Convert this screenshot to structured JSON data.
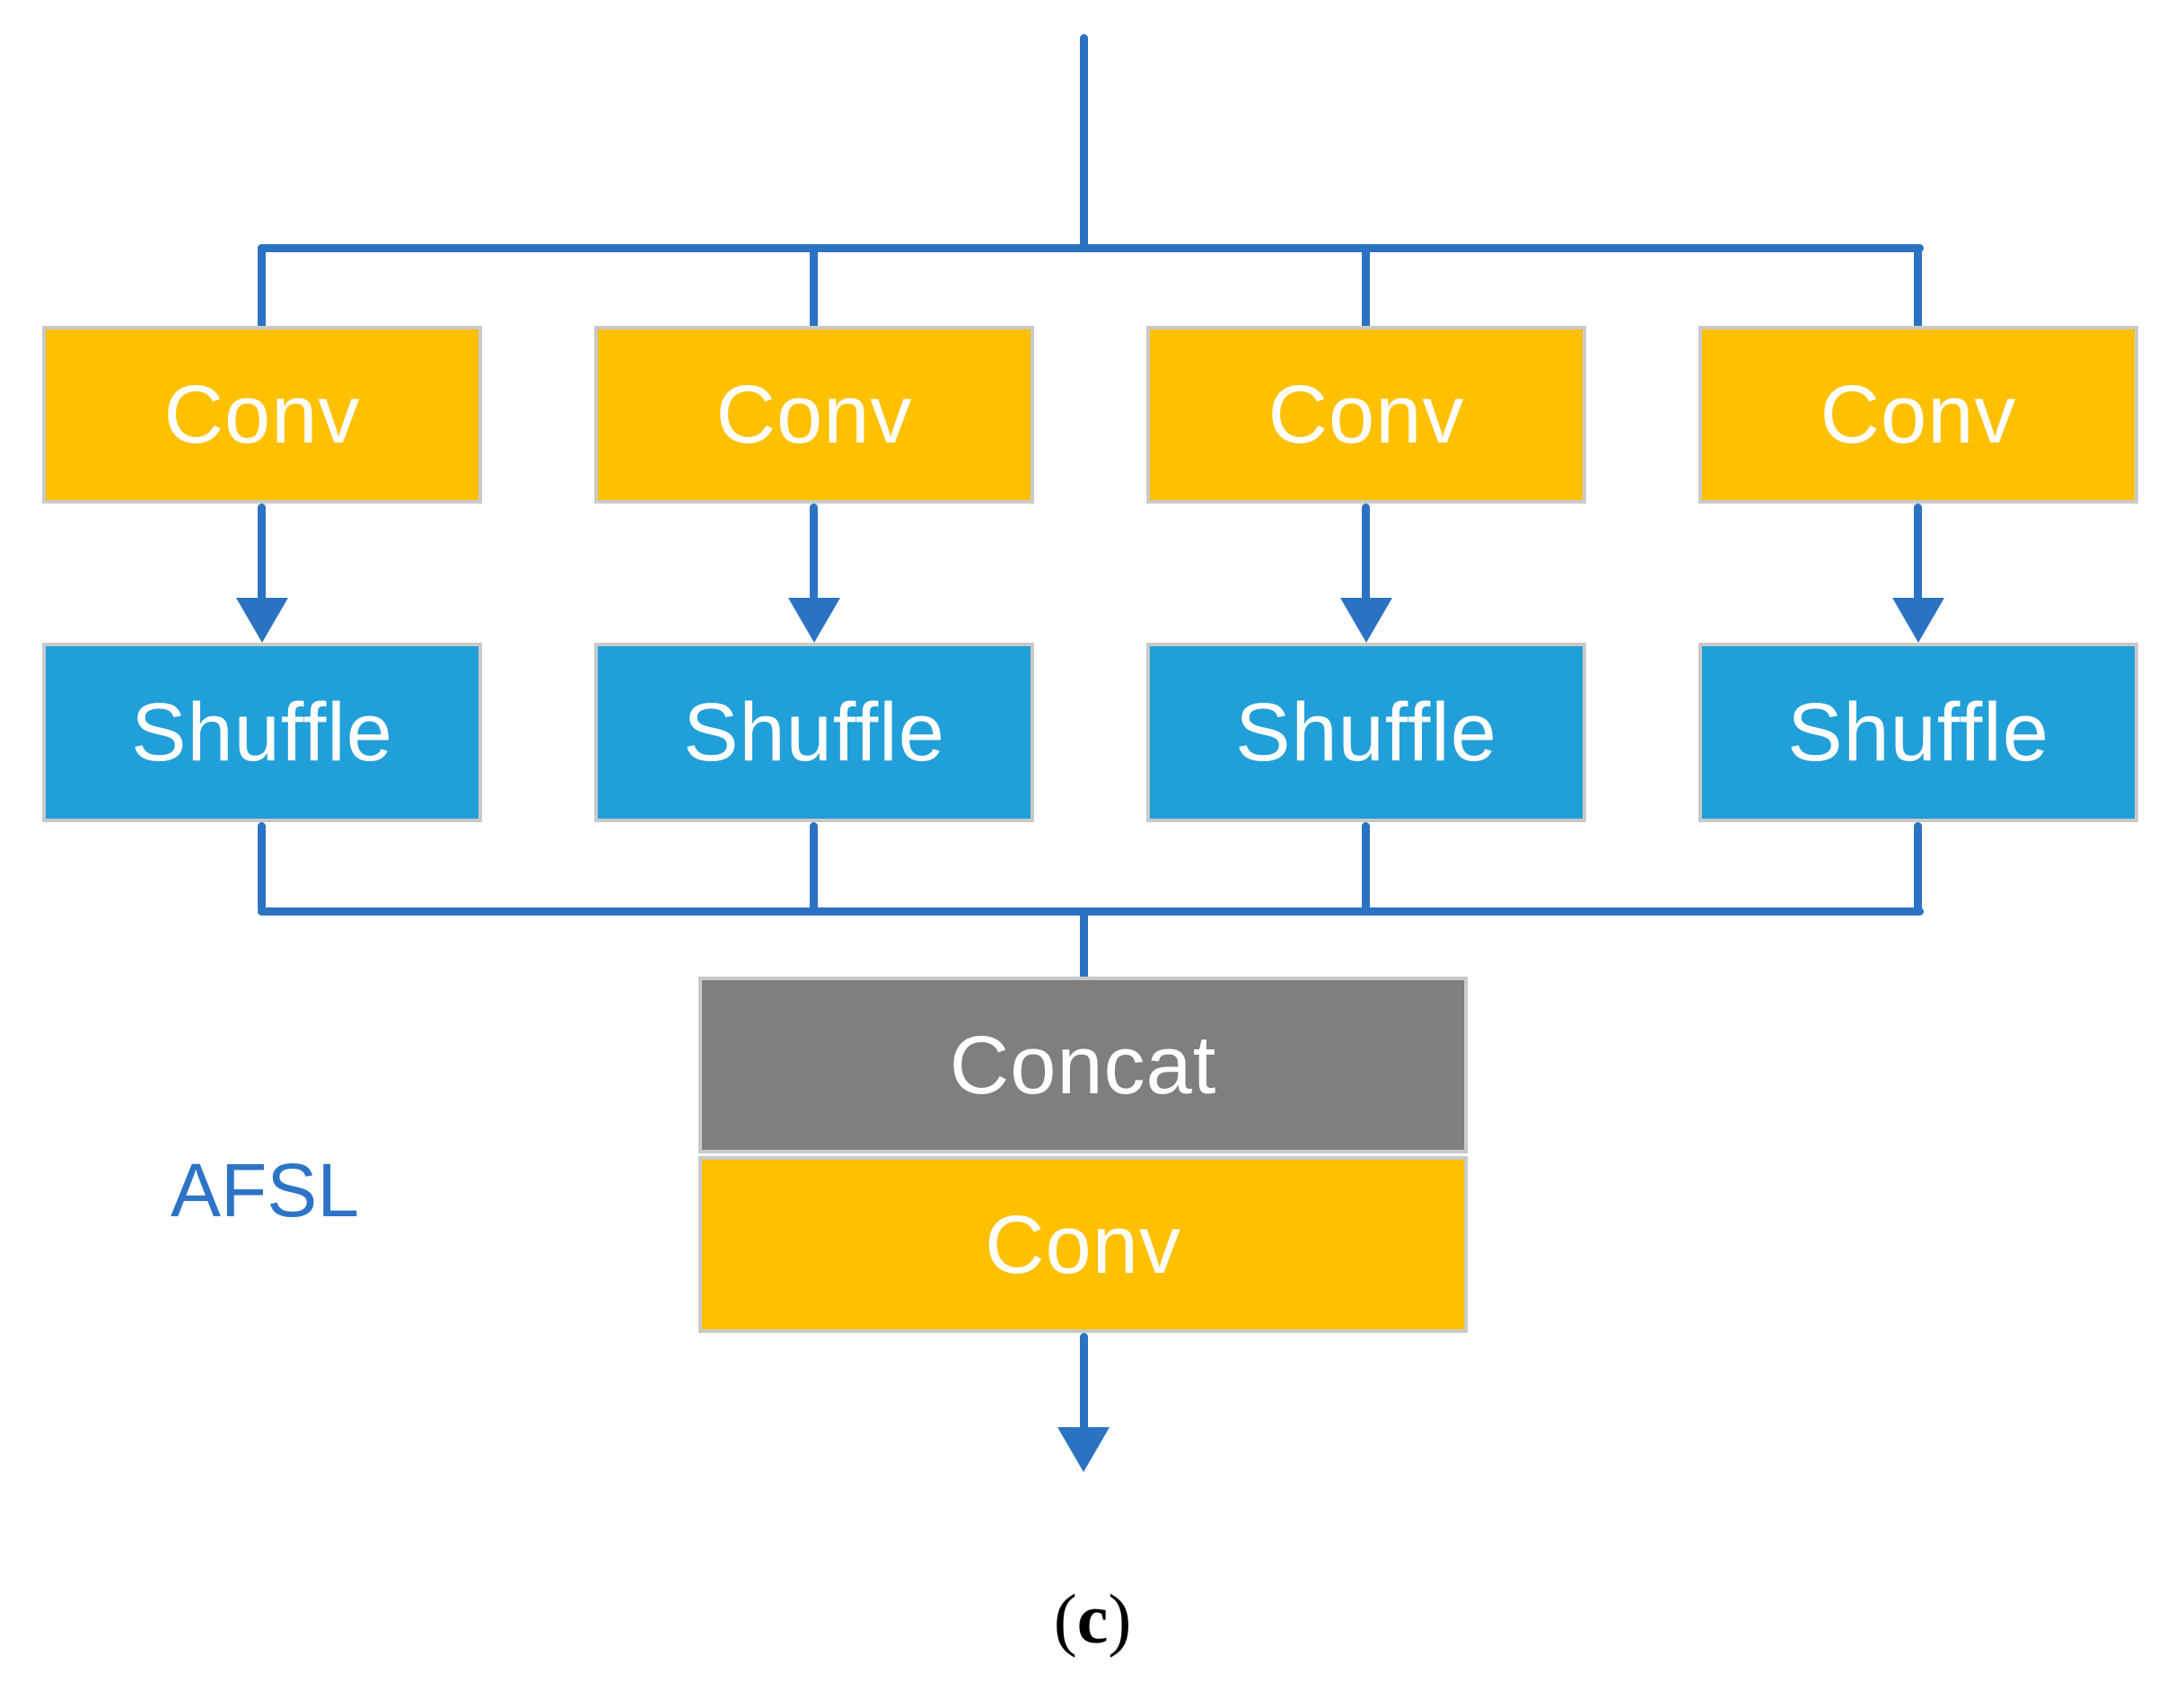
{
  "figure": {
    "afsl_label": "AFSL",
    "caption": {
      "open": "(",
      "letter": "c",
      "close": ")"
    },
    "branches": [
      {
        "top_box": "Conv",
        "bottom_box": "Shuffle"
      },
      {
        "top_box": "Conv",
        "bottom_box": "Shuffle"
      },
      {
        "top_box": "Conv",
        "bottom_box": "Shuffle"
      },
      {
        "top_box": "Conv",
        "bottom_box": "Shuffle"
      }
    ],
    "merge": {
      "concat_box": "Concat",
      "conv_box": "Conv"
    },
    "colors": {
      "conv_fill": "#FFC000",
      "shuffle_fill": "#219FD9",
      "concat_fill": "#7F7F7F",
      "box_border": "#C9C9C9",
      "line_blue": "#2B73C2",
      "box_text": "#FFFFFF",
      "afsl_text": "#2E74C6",
      "caption_text": "#000000"
    }
  }
}
